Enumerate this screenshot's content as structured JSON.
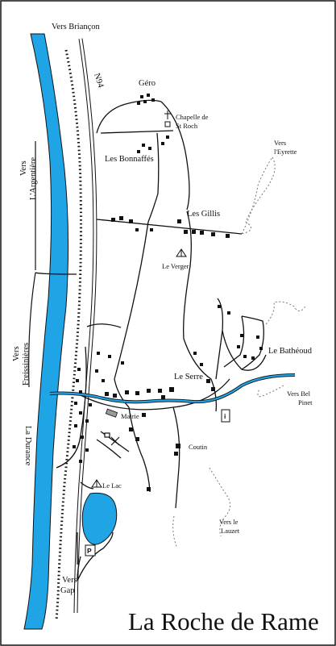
{
  "map": {
    "title": "La Roche de Rame",
    "colors": {
      "river": "#1fa4e6",
      "stream": "#1fa4e6",
      "road": "#111111",
      "frame": "#111111"
    },
    "labels": {
      "vers_briancon": "Vers Briançon",
      "n94": "N94",
      "gero": "Géro",
      "chapelle_l1": "Chapelle de",
      "chapelle_l2": "St Roch",
      "les_bonnaffes": "Les Bonnaffés",
      "vers_eyrette_l1": "Vers",
      "vers_eyrette_l2": "l'Eyrette",
      "vers_argentiere_l1": "Vers",
      "vers_argentiere_l2": "L'Argentière",
      "les_gillis": "Les Gillis",
      "le_verger": "Le Verger",
      "le_batheoud": "Le Bathéoud",
      "vers_freissinieres_l1": "Vers",
      "vers_freissinieres_l2": "Freissinières",
      "le_serre": "Le Serre",
      "vers_bel_pinet_l1": "Vers Bel",
      "vers_bel_pinet_l2": "Pinet",
      "mairie": "Mairie",
      "la_durance": "La Durance",
      "coutin": "Coutin",
      "le_lac": "Le Lac",
      "vers_lauzet_l1": "Vers le",
      "vers_lauzet_l2": "Lauzet",
      "parking": "P",
      "info": "i",
      "vers_gap_l1": "Vers",
      "vers_gap_l2": "Gap"
    },
    "icons": [
      "chapel-cross-icon",
      "campsite-tent-icon",
      "info-point-icon",
      "parking-icon",
      "crossed-hammers-icon"
    ]
  }
}
